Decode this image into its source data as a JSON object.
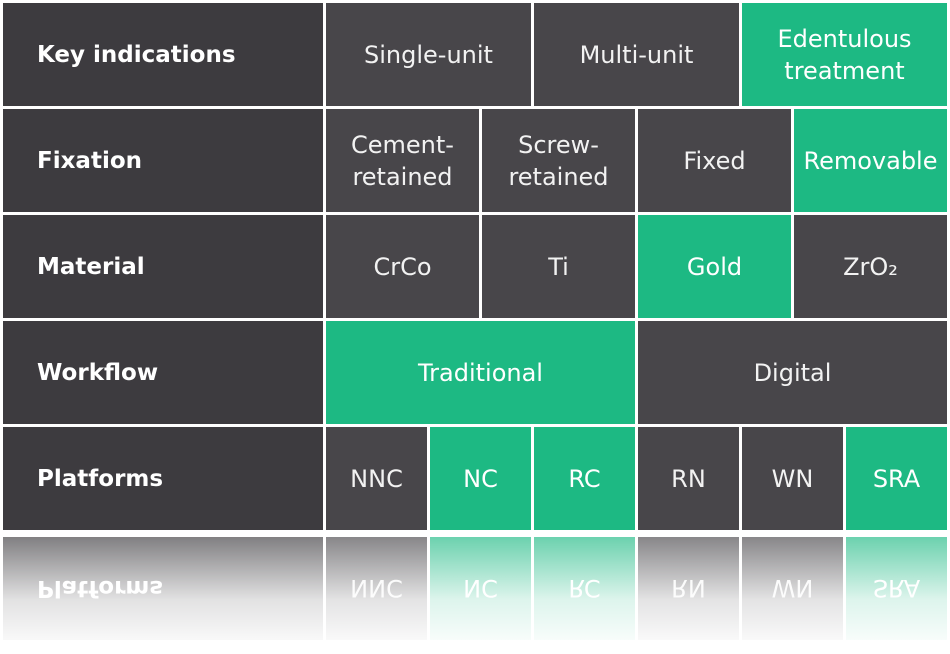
{
  "colors": {
    "dark_cell": "#48464a",
    "label_cell": "#3d3b3f",
    "accent_green": "#1db983",
    "text": "#f2f2f2"
  },
  "rows": [
    {
      "label": "Key indications",
      "options": [
        {
          "text": "Single-unit",
          "selected": false
        },
        {
          "text": "Multi-unit",
          "selected": false
        },
        {
          "text": "Edentulous treatment",
          "selected": true
        }
      ]
    },
    {
      "label": "Fixation",
      "options": [
        {
          "text": "Cement-retained",
          "selected": false
        },
        {
          "text": "Screw-retained",
          "selected": false
        },
        {
          "text": "Fixed",
          "selected": false
        },
        {
          "text": "Removable",
          "selected": true
        }
      ]
    },
    {
      "label": "Material",
      "options": [
        {
          "text": "CrCo",
          "selected": false
        },
        {
          "text": "Ti",
          "selected": false
        },
        {
          "text": "Gold",
          "selected": true
        },
        {
          "text": "ZrO₂",
          "selected": false
        }
      ]
    },
    {
      "label": "Workflow",
      "options": [
        {
          "text": "Traditional",
          "selected": true
        },
        {
          "text": "Digital",
          "selected": false
        }
      ]
    },
    {
      "label": "Platforms",
      "options": [
        {
          "text": "NNC",
          "selected": false
        },
        {
          "text": "NC",
          "selected": true
        },
        {
          "text": "RC",
          "selected": true
        },
        {
          "text": "RN",
          "selected": false
        },
        {
          "text": "WN",
          "selected": false
        },
        {
          "text": "SRA",
          "selected": true
        }
      ]
    }
  ]
}
